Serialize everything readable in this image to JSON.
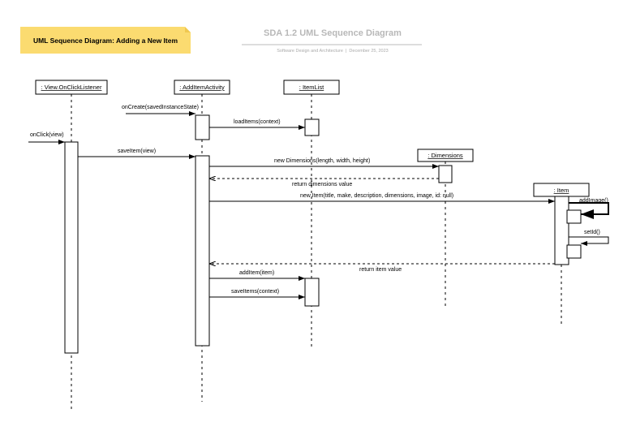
{
  "note": {
    "text": "UML Sequence Diagram: Adding a New Item",
    "color": "#fbdb70"
  },
  "header": {
    "title": "SDA 1.2 UML Sequence Diagram",
    "subtitle": "Software Design and Architecture  |  December 25, 2023"
  },
  "lifelines": {
    "view": ": View.OnClickListener",
    "activity": ": AddItemActivity",
    "itemlist": ": ItemList",
    "dimensions": ": Dimensions",
    "item": ": Item"
  },
  "messages": {
    "oncreate": "onCreate(savedInstanceState)",
    "loaditems": "loadItems(context)",
    "onclick": "onClick(view)",
    "saveitem": "saveItem(view)",
    "newdimensions": "new Dimensions(length, width, height)",
    "returndimensions": "return dimensions value",
    "newitem": "new Item(title, make, description, dimensions, image, id: null)",
    "addimage": "addImage()",
    "setid": "setId()",
    "returnitem": "return item value",
    "additem": "addItem(item)",
    "saveitems": "saveItems(context)"
  }
}
